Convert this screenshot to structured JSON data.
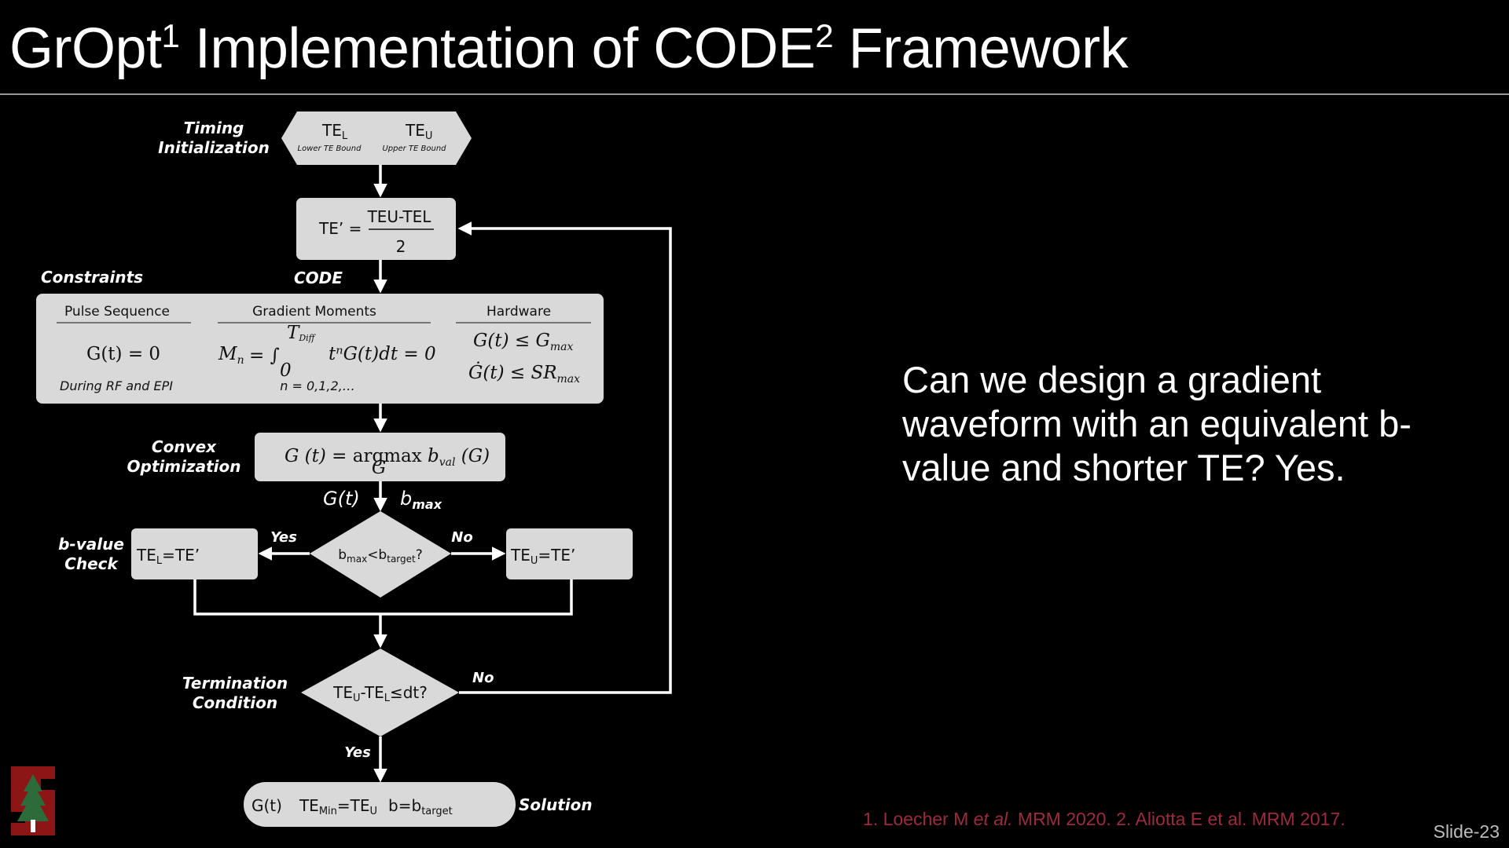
{
  "slide": {
    "title_parts": [
      "GrOpt",
      "1",
      " Implementation of CODE",
      "2",
      " Framework"
    ],
    "question": "Can we design a gradient waveform with an equivalent b-value and shorter TE? Yes.",
    "references": {
      "r1a": "1. Loecher M ",
      "r1b": "et al.",
      "r1c": " MRM 2020.  2. Aliotta E et al. MRM 2017."
    },
    "slide_number": "Slide-23",
    "colors": {
      "background": "#000000",
      "box": "#d9d9d9",
      "reference": "#9e2a3c"
    }
  },
  "flowchart": {
    "timing_label": [
      "Timing",
      "Initialization"
    ],
    "te_l": {
      "main": "TE",
      "sub": "L",
      "caption": "Lower TE Bound"
    },
    "te_u": {
      "main": "TE",
      "sub": "U",
      "caption": "Upper TE Bound"
    },
    "te_prime": {
      "lhs": "TE’ =",
      "numerator": "TEU-TEL",
      "denominator": "2"
    },
    "constraints_label": "Constraints",
    "code_label": "CODE",
    "columns": {
      "pulse": {
        "header": "Pulse Sequence",
        "eq": "G(t) = 0",
        "note": "During RF and EPI"
      },
      "moments": {
        "header": "Gradient Moments",
        "eq_lhs": "M",
        "eq_rest": "= ∫",
        "upper": "T",
        "upper_sub": "Diff",
        "lower": "0",
        "integrand": "tⁿG(t)dt = 0",
        "note": "n = 0,1,2,…"
      },
      "hardware": {
        "header": "Hardware",
        "eq1": "G(t) ≤ G",
        "eq1_sub": "max",
        "eq2": "Ġ(t) ≤ SR",
        "eq2_sub": "max"
      }
    },
    "convex_label": [
      "Convex",
      "Optimization"
    ],
    "convex_eq": {
      "lhs": "G (t) = ",
      "op": "argmax",
      "under": "G",
      "rhs": " b",
      "rhs_sub": "val",
      "tail": " (G)"
    },
    "gt_label": "G(t)",
    "bmax_label": {
      "main": "b",
      "sub": "max"
    },
    "bvalue_label": [
      "b-value",
      "Check"
    ],
    "decision1": {
      "a": "b",
      "a_sub": "max",
      "b": "<b",
      "b_sub": "target",
      "c": "?"
    },
    "yes_label": "Yes",
    "no_label": "No",
    "left_box": {
      "a": "TE",
      "a_sub": "L",
      "b": "=TE’"
    },
    "right_box": {
      "a": "TE",
      "a_sub": "U",
      "b": "=TE’"
    },
    "termination_label": [
      "Termination",
      "Condition"
    ],
    "decision2": {
      "a": "TE",
      "a_sub": "U",
      "b": "-TE",
      "b_sub": "L",
      "c": "≤dt?"
    },
    "solution_label": "Solution",
    "solution": {
      "g": "G(t)",
      "te": "TE",
      "te_sub": "Min",
      "te_eq": "=TE",
      "te_eq_sub": "U",
      "b": "b=b",
      "b_sub": "target"
    }
  }
}
